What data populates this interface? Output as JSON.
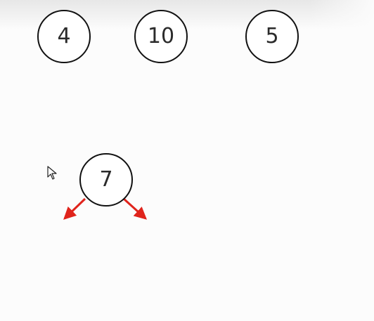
{
  "diagram": {
    "nodes": [
      {
        "id": "4",
        "label": "4"
      },
      {
        "id": "10",
        "label": "10"
      },
      {
        "id": "5",
        "label": "5"
      },
      {
        "id": "7",
        "label": "7"
      }
    ],
    "edges": [
      {
        "from": "7",
        "to": "left-child-slot",
        "color": "#e0241c"
      },
      {
        "from": "7",
        "to": "right-child-slot",
        "color": "#e0241c"
      }
    ]
  }
}
